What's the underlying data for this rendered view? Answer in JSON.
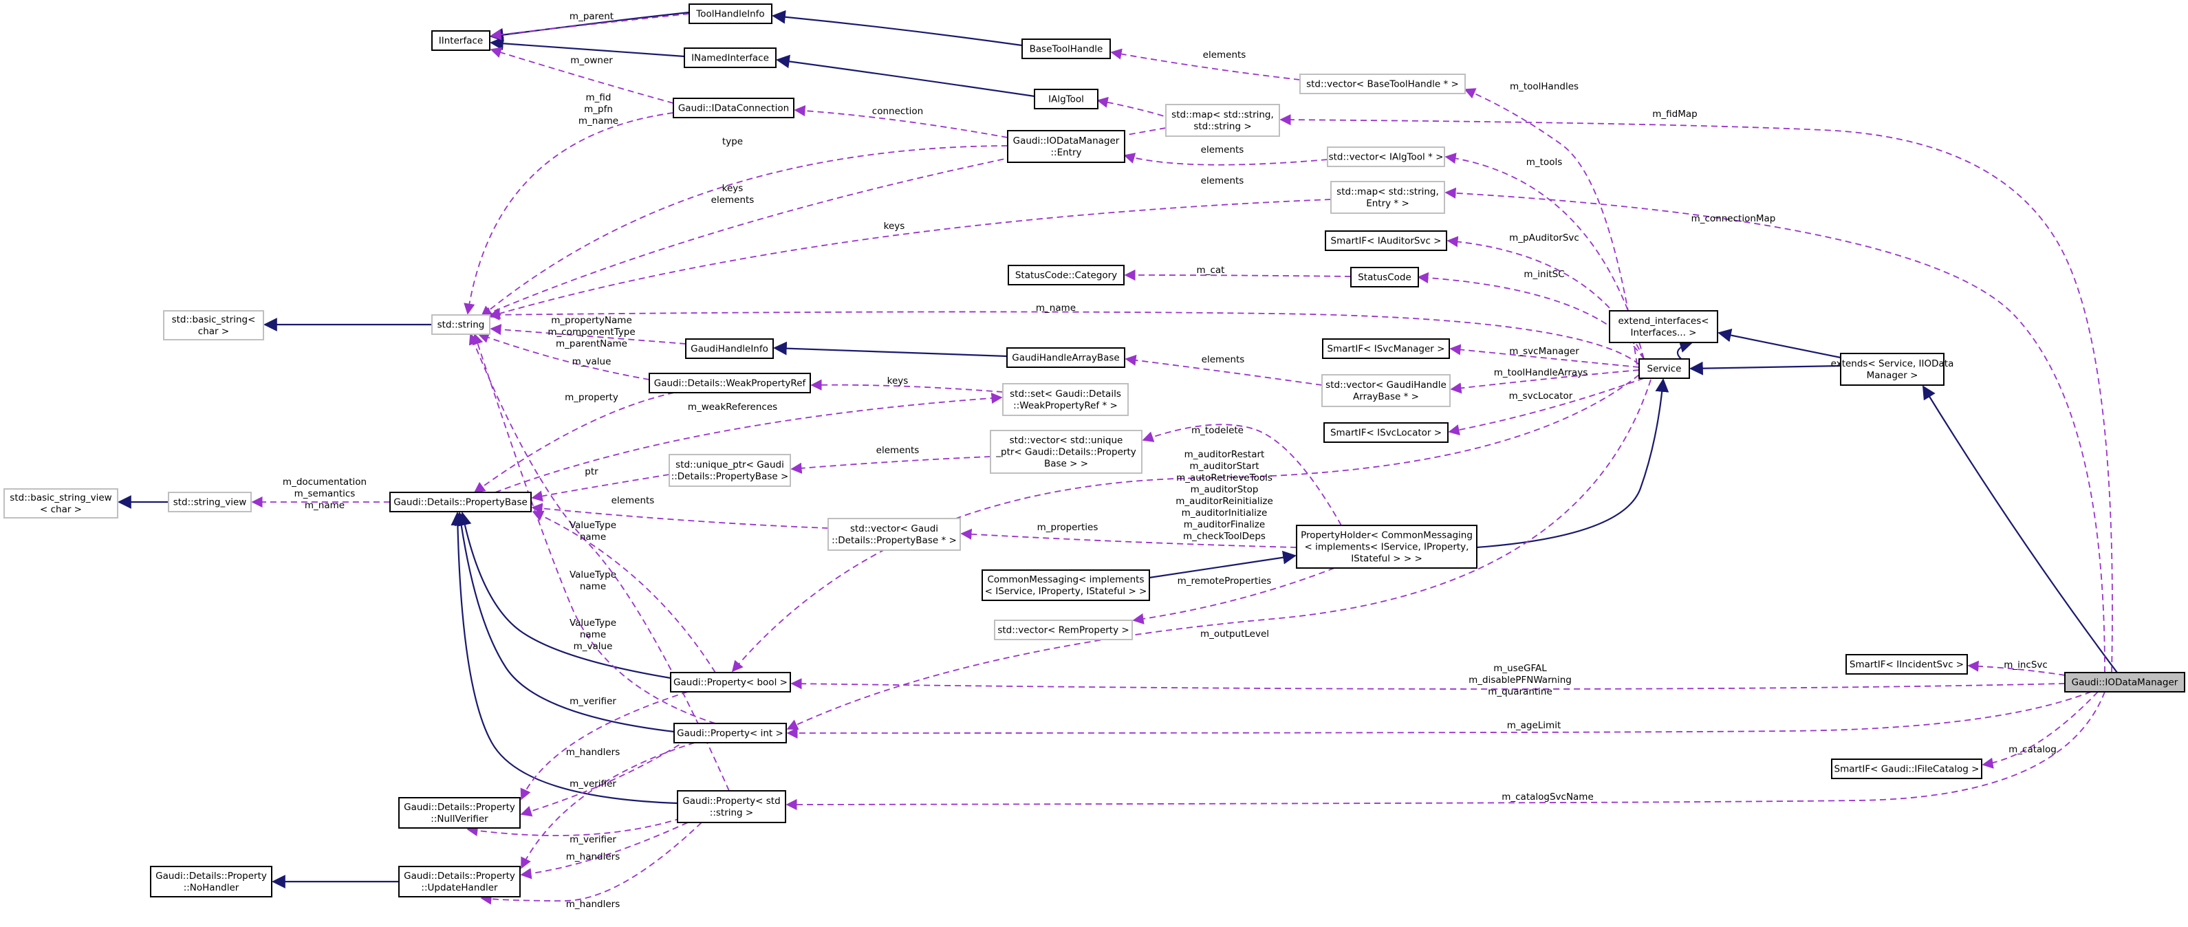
{
  "diagram": {
    "colors": {
      "inheritance": "#191970",
      "usage": "#9a32cd",
      "focus_fill": "#bfbfbf",
      "ghost_border": "#bfbfbf"
    },
    "nodes": {
      "iinterface": [
        "IInterface"
      ],
      "toolhandleinfo": [
        "ToolHandleInfo"
      ],
      "inamedinterface": [
        "INamedInterface"
      ],
      "basetoolhandle": [
        "BaseToolHandle"
      ],
      "ialgtool": [
        "IAlgTool"
      ],
      "idataconnection": [
        "Gaudi::IDataConnection"
      ],
      "entry": [
        "Gaudi::IODataManager",
        "::Entry"
      ],
      "vec_basetoolhandle": [
        "std::vector< BaseToolHandle * >"
      ],
      "map_string": [
        "std::map< std::string,",
        "std::string >"
      ],
      "vec_ialgtool": [
        "std::vector< IAlgTool * >"
      ],
      "map_entry": [
        "std::map< std::string,",
        "Entry * >"
      ],
      "smartif_auditor": [
        "SmartIF< IAuditorSvc >"
      ],
      "statuscode_category": [
        "StatusCode::Category"
      ],
      "statuscode": [
        "StatusCode"
      ],
      "basic_string": [
        "std::basic_string<",
        "char >"
      ],
      "std_string": [
        "std::string"
      ],
      "extend_interfaces": [
        "extend_interfaces<",
        "Interfaces... >"
      ],
      "smartif_svcmanager": [
        "SmartIF< ISvcManager >"
      ],
      "service": [
        "Service"
      ],
      "extends": [
        "extends< Service, IIOData",
        "Manager >"
      ],
      "gaudihandleinfo": [
        "GaudiHandleInfo"
      ],
      "gaudihandlearraybase": [
        "GaudiHandleArrayBase"
      ],
      "vec_gaudihandlearray": [
        "std::vector< GaudiHandle",
        "ArrayBase * >"
      ],
      "weakpropertyref": [
        "Gaudi::Details::WeakPropertyRef"
      ],
      "set_weakref": [
        "std::set< Gaudi::Details",
        "::WeakPropertyRef * >"
      ],
      "smartif_svclocator": [
        "SmartIF< ISvcLocator >"
      ],
      "basic_string_view": [
        "std::basic_string_view",
        "< char >"
      ],
      "string_view": [
        "std::string_view"
      ],
      "propertybase": [
        "Gaudi::Details::PropertyBase"
      ],
      "unique_ptr": [
        "std::unique_ptr< Gaudi",
        "::Details::PropertyBase >"
      ],
      "vec_unique_ptr": [
        "std::vector< std::unique",
        "_ptr< Gaudi::Details::Property",
        "Base > >"
      ],
      "vec_propertybase": [
        "std::vector< Gaudi",
        "::Details::PropertyBase * >"
      ],
      "propertyholder": [
        "PropertyHolder< CommonMessaging",
        "< implements< IService, IProperty,",
        "IStateful > > >"
      ],
      "commonmessaging": [
        "CommonMessaging< implements",
        "< IService, IProperty, IStateful > >"
      ],
      "vec_remproperty": [
        "std::vector< RemProperty >"
      ],
      "smartif_incident": [
        "SmartIF< IIncidentSvc >"
      ],
      "iodatamanager": [
        "Gaudi::IODataManager"
      ],
      "property_bool": [
        "Gaudi::Property< bool >"
      ],
      "property_int": [
        "Gaudi::Property< int >"
      ],
      "smartif_filecatalog": [
        "SmartIF< Gaudi::IFileCatalog >"
      ],
      "nullverifier": [
        "Gaudi::Details::Property",
        "::NullVerifier"
      ],
      "property_string": [
        "Gaudi::Property< std",
        "::string >"
      ],
      "nohandler": [
        "Gaudi::Details::Property",
        "::NoHandler"
      ],
      "updatehandler": [
        "Gaudi::Details::Property",
        "::UpdateHandler"
      ]
    },
    "labels": {
      "m_parent": [
        "m_parent"
      ],
      "m_owner": [
        "m_owner"
      ],
      "elements_bth": [
        "elements"
      ],
      "m_toolhandles": [
        "m_toolHandles"
      ],
      "m_fidmap": [
        "m_fidMap"
      ],
      "m_fid": [
        "m_fid",
        "m_pfn",
        "m_name"
      ],
      "connection": [
        "connection"
      ],
      "type": [
        "type"
      ],
      "elements_map": [
        "elements"
      ],
      "m_tools": [
        "m_tools"
      ],
      "elements_tool": [
        "elements"
      ],
      "keys_elements": [
        "keys",
        "elements"
      ],
      "m_connectionmap": [
        "m_connectionMap"
      ],
      "keys": [
        "keys"
      ],
      "m_pauditorsvc": [
        "m_pAuditorSvc"
      ],
      "m_cat": [
        "m_cat"
      ],
      "m_initsc": [
        "m_initSC"
      ],
      "m_name": [
        "m_name"
      ],
      "m_svcmanager": [
        "m_svcManager"
      ],
      "m_propertyname": [
        "m_propertyName",
        "m_componentType",
        "m_parentName"
      ],
      "elements_gha": [
        "elements"
      ],
      "m_toolhandlearrays": [
        "m_toolHandleArrays"
      ],
      "m_value": [
        "m_value"
      ],
      "keys_weak": [
        "keys"
      ],
      "m_svclocator": [
        "m_svcLocator"
      ],
      "m_property": [
        "m_property"
      ],
      "m_weakreferences": [
        "m_weakReferences"
      ],
      "m_todelete": [
        "m_todelete"
      ],
      "auditor_flags": [
        "m_auditorRestart",
        "m_auditorStart",
        "m_autoRetrieveTools",
        "m_auditorStop",
        "m_auditorReinitialize",
        "m_auditorInitialize",
        "m_auditorFinalize",
        "m_checkToolDeps"
      ],
      "m_documentation": [
        "m_documentation",
        "m_semantics",
        "m_name"
      ],
      "ptr": [
        "ptr"
      ],
      "elements_up": [
        "elements"
      ],
      "elements_pb": [
        "elements"
      ],
      "m_properties": [
        "m_properties"
      ],
      "valuetype1": [
        "ValueType",
        "name"
      ],
      "valuetype2": [
        "ValueType",
        "name"
      ],
      "valuetype3": [
        "ValueType",
        "name",
        "m_value"
      ],
      "m_remoteproperties": [
        "m_remoteProperties"
      ],
      "m_outputlevel": [
        "m_outputLevel"
      ],
      "m_incsvc": [
        "m_incSvc"
      ],
      "m_usegfal": [
        "m_useGFAL",
        "m_disablePFNWarning",
        "m_quarantine"
      ],
      "m_verifier1": [
        "m_verifier"
      ],
      "m_agelimit": [
        "m_ageLimit"
      ],
      "m_handlers1": [
        "m_handlers"
      ],
      "m_catalog": [
        "m_catalog"
      ],
      "m_verifier2": [
        "m_verifier"
      ],
      "m_catalogsvcname": [
        "m_catalogSvcName"
      ],
      "m_verifier3": [
        "m_verifier"
      ],
      "m_handlers2": [
        "m_handlers"
      ],
      "m_handlers3": [
        "m_handlers"
      ]
    }
  }
}
